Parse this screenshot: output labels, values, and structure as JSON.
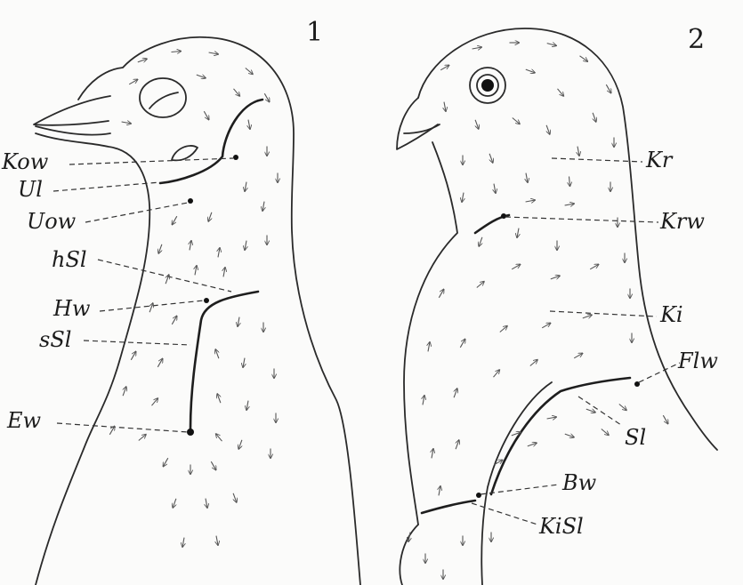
{
  "figures": [
    {
      "number": "1",
      "labels": [
        "Kow",
        "Ul",
        "Uow",
        "hSl",
        "Hw",
        "sSl",
        "Ew"
      ]
    },
    {
      "number": "2",
      "labels": [
        "Kr",
        "Krw",
        "Ki",
        "Flw",
        "Sl",
        "Bw",
        "KiSl"
      ]
    }
  ],
  "colors": {
    "ink": "#1c1c1c",
    "paper": "#fbfbfa"
  }
}
